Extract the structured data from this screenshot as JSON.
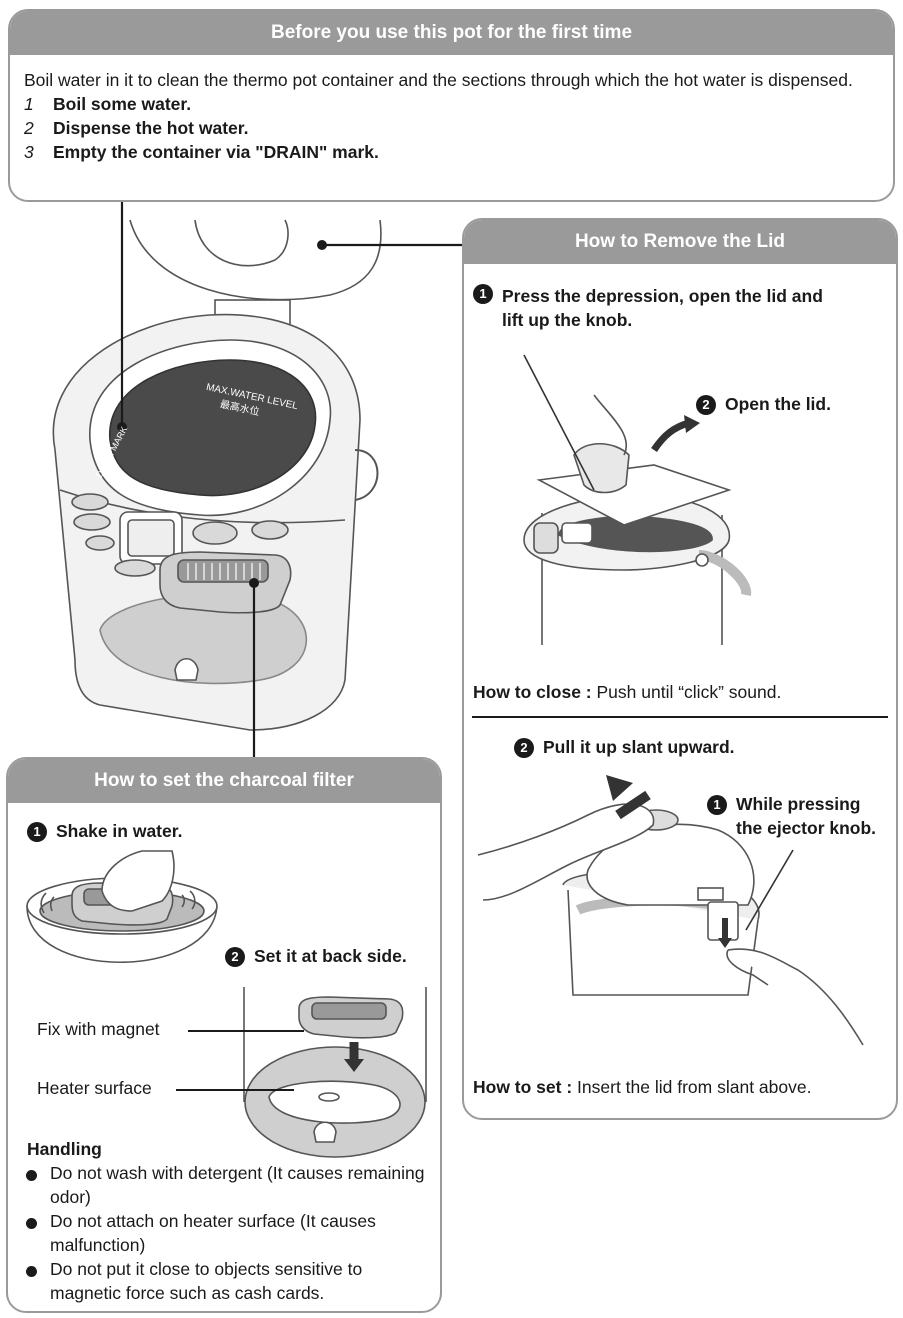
{
  "first_time": {
    "title": "Before you use this pot for the first time",
    "intro": "Boil water in it to clean the thermo pot container and the sections through which the hot water is dispensed.",
    "steps": [
      {
        "num": "1",
        "text": "Boil some water."
      },
      {
        "num": "2",
        "text": "Dispense the hot water."
      },
      {
        "num": "3",
        "text": "Empty the container via \"DRAIN\" mark."
      }
    ]
  },
  "pot_illustration": {
    "max_level_label": "MAX.WATER LEVEL",
    "max_level_label_cn": "最高水位",
    "drain_label": "DRAIN MARK"
  },
  "remove_lid": {
    "title": "How to Remove the Lid",
    "step1_num": "1",
    "step1_text": "Press the depression, open the lid and lift up the knob.",
    "step2_num": "2",
    "step2_text": "Open the lid.",
    "close_label": "How to close :",
    "close_text": "Push until “click” sound.",
    "pull_num": "2",
    "pull_text": "Pull it up slant upward.",
    "press_num": "1",
    "press_text_1": "While pressing",
    "press_text_2": "the ejector knob.",
    "set_label": "How to set :",
    "set_text": "Insert the lid from slant above."
  },
  "charcoal_filter": {
    "title": "How to set the charcoal filter",
    "step1_num": "1",
    "step1_text": "Shake in water.",
    "step2_num": "2",
    "step2_text": "Set it at back side.",
    "callout_magnet": "Fix with magnet",
    "callout_heater": "Heater surface",
    "handling_title": "Handling",
    "handling_items": [
      "Do not wash with detergent (It causes remaining odor)",
      "Do not attach on heater surface (It causes malfunction)",
      "Do not put it close to objects sensitive to magnetic force such as cash cards."
    ]
  }
}
